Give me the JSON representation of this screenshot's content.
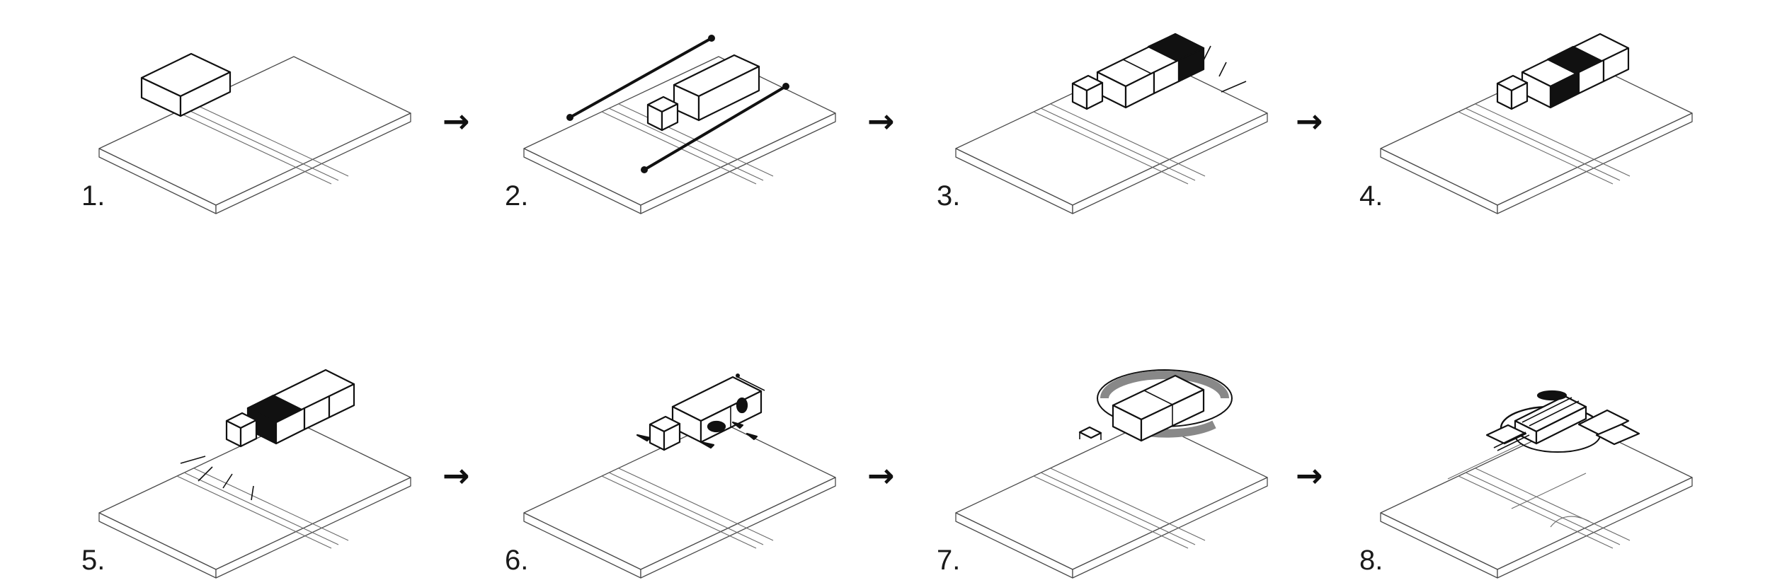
{
  "steps": [
    {
      "label": "1."
    },
    {
      "label": "2."
    },
    {
      "label": "3."
    },
    {
      "label": "4."
    },
    {
      "label": "5."
    },
    {
      "label": "6."
    },
    {
      "label": "7."
    },
    {
      "label": "8."
    }
  ],
  "arrow_glyph": "→",
  "icons": {
    "arrow": "right-arrow-icon"
  }
}
